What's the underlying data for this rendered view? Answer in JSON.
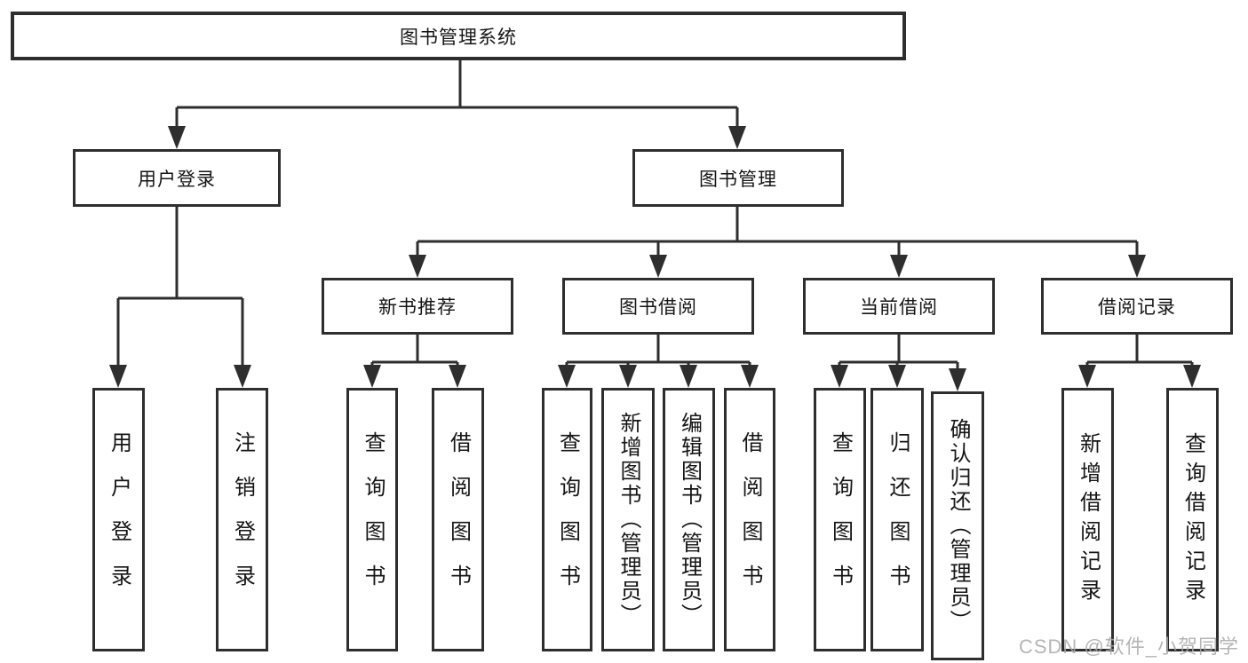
{
  "nodes": {
    "root": "图书管理系统",
    "user_login": "用户登录",
    "book_mgmt": "图书管理",
    "new_book_rec": "新书推荐",
    "book_borrow": "图书借阅",
    "current_borrow": "当前借阅",
    "borrow_records": "借阅记录",
    "leaf_user_login": "用户登录",
    "leaf_logout": "注销登录",
    "leaf_query_book_a": "查询图书",
    "leaf_borrow_book_a": "借阅图书",
    "leaf_query_book_b": "查询图书",
    "leaf_add_book_admin": "新增图书（管理员）",
    "leaf_edit_book_admin": "编辑图书（管理员）",
    "leaf_borrow_book_b": "借阅图书",
    "leaf_query_book_c": "查询图书",
    "leaf_return_book": "归还图书",
    "leaf_confirm_return_admin": "确认归还（管理员）",
    "leaf_add_borrow_record": "新增借阅记录",
    "leaf_query_borrow_record": "查询借阅记录"
  },
  "watermark": "CSDN @软件_小贺同学",
  "colors": {
    "line": "#2e2e2e",
    "text": "#151515",
    "watermark": "#a9a9a9",
    "background": "#ffffff"
  }
}
